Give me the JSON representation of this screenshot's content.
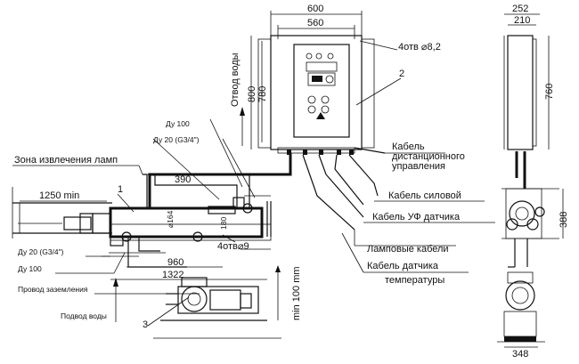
{
  "cabinet": {
    "dim_width_outer": "600",
    "dim_width_inner": "560",
    "dim_height_outer": "800",
    "dim_height_inner": "780",
    "holes": "4отв ⌀8,2",
    "callout": "2"
  },
  "side_view": {
    "dim_top_outer": "252",
    "dim_top_inner": "210",
    "dim_height": "760",
    "dim_lower": "388",
    "dim_bottom": "348"
  },
  "labels": {
    "water_out": "Отвод воды",
    "du100_top": "Ду 100",
    "du20_top": "Ду 20 (G3/4\")",
    "lamp_zone": "Зона извлечения ламп",
    "cable_remote_1": "Кабель",
    "cable_remote_2": "дистанционного",
    "cable_remote_3": "управления",
    "cable_power": "Кабель силовой",
    "cable_uv": "Кабель УФ датчика",
    "lamp_cables": "Ламповые кабели",
    "cable_temp_1": "Кабель датчика",
    "cable_temp_2": "температуры",
    "du20_bottom": "Ду 20 (G3/4\")",
    "du100_bottom": "Ду 100",
    "ground_wire": "Провод заземления",
    "water_in": "Подвод воды",
    "holes_bottom": "4отв⌀9",
    "callout_1": "1",
    "callout_3": "3"
  },
  "dims": {
    "d1250": "1250 min",
    "d390": "390",
    "d164": "⌀164",
    "d180": "180",
    "d960": "960",
    "d1322": "1322",
    "dmin100": "min 100 mm"
  }
}
